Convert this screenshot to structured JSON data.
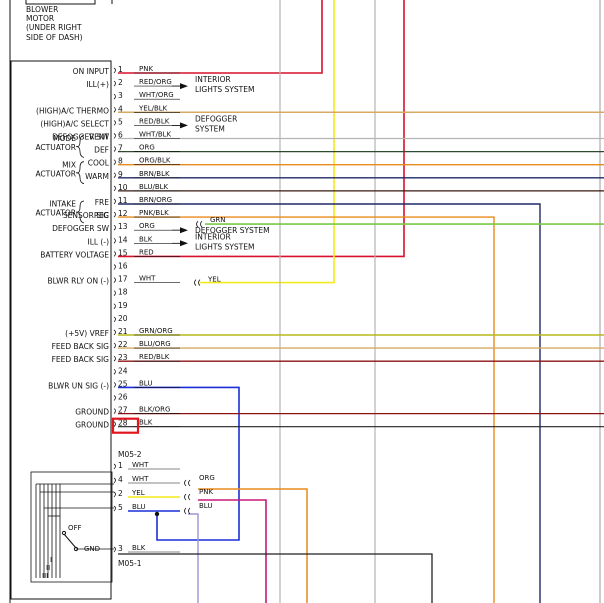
{
  "blower_motor": [
    "BLOWER",
    "MOTOR",
    "(UNDER RIGHT",
    "SIDE OF DASH)"
  ],
  "left_labels": [
    {
      "text": "ON INPUT",
      "pin": 1
    },
    {
      "text": "ILL(+)",
      "pin": 2
    },
    {
      "text": "(HIGH)A/C THERMO",
      "pin": 4
    },
    {
      "text": "(HIGH)A/C SELECT",
      "pin": 5
    },
    {
      "text": "DEFOGGER SW",
      "pin": 6
    },
    {
      "text": "SENSOR SIG",
      "pin": 12
    },
    {
      "text": "DEFOGGER SW",
      "pin": 13
    },
    {
      "text": "ILL (-)",
      "pin": 14
    },
    {
      "text": "BATTERY VOLTAGE",
      "pin": 15
    },
    {
      "text": "BLWR RLY ON (-)",
      "pin": 17
    },
    {
      "text": "(+5V) VREF",
      "pin": 21
    },
    {
      "text": "FEED BACK SIG",
      "pin": 22
    },
    {
      "text": "FEED BACK SIG",
      "pin": 23
    },
    {
      "text": "BLWR UN SIG (-)",
      "pin": 25
    },
    {
      "text": "GROUND",
      "pin": 27
    },
    {
      "text": "GROUND",
      "pin": 28
    }
  ],
  "groups": [
    {
      "line1": "MODE",
      "line2": "ACTUATOR",
      "items": [
        {
          "text": "VENT",
          "pin": 6
        },
        {
          "text": "DEF",
          "pin": 7
        }
      ]
    },
    {
      "line1": "MIX",
      "line2": "ACTUATOR",
      "items": [
        {
          "text": "COOL",
          "pin": 8
        },
        {
          "text": "WARM",
          "pin": 9
        }
      ]
    },
    {
      "line1": "INTAKE",
      "line2": "ACTUATOR",
      "items": [
        {
          "text": "FRE",
          "pin": 11
        },
        {
          "text": "REC",
          "pin": 12
        }
      ]
    }
  ],
  "pins": [
    {
      "n": "1",
      "color": "PNK"
    },
    {
      "n": "2",
      "color": "RED/ORG"
    },
    {
      "n": "3",
      "color": "WHT/ORG"
    },
    {
      "n": "4",
      "color": "YEL/BLK"
    },
    {
      "n": "5",
      "color": "RED/BLK"
    },
    {
      "n": "6",
      "color": "WHT/BLK"
    },
    {
      "n": "7",
      "color": "ORG"
    },
    {
      "n": "8",
      "color": "ORG/BLK"
    },
    {
      "n": "9",
      "color": "BRN/BLK"
    },
    {
      "n": "10",
      "color": "BLU/BLK"
    },
    {
      "n": "11",
      "color": "BRN/ORG"
    },
    {
      "n": "12",
      "color": "PNK/BLK"
    },
    {
      "n": "13",
      "color": "ORG"
    },
    {
      "n": "14",
      "color": "BLK"
    },
    {
      "n": "15",
      "color": "RED"
    },
    {
      "n": "16",
      "color": ""
    },
    {
      "n": "17",
      "color": "WHT"
    },
    {
      "n": "18",
      "color": ""
    },
    {
      "n": "19",
      "color": ""
    },
    {
      "n": "20",
      "color": ""
    },
    {
      "n": "21",
      "color": "GRN/ORG"
    },
    {
      "n": "22",
      "color": "BLU/ORG"
    },
    {
      "n": "23",
      "color": "RED/BLK"
    },
    {
      "n": "24",
      "color": ""
    },
    {
      "n": "25",
      "color": "BLU"
    },
    {
      "n": "26",
      "color": ""
    },
    {
      "n": "27",
      "color": "BLK/ORG"
    },
    {
      "n": "28",
      "color": "BLK"
    }
  ],
  "arrows": [
    {
      "pin": 2,
      "lines": [
        "INTERIOR",
        "LIGHTS SYSTEM"
      ]
    },
    {
      "pin": 5,
      "lines": [
        "DEFOGGER",
        "SYSTEM"
      ]
    },
    {
      "pin": 13,
      "lines": [
        "DEFOGGER SYSTEM"
      ]
    },
    {
      "pin": 14,
      "lines": [
        "INTERIOR",
        "LIGHTS SYSTEM"
      ]
    }
  ],
  "splice_labels": [
    {
      "pin": 12,
      "text": "GRN"
    },
    {
      "pin": 17,
      "text": "YEL"
    }
  ],
  "connector_m05_2": "M05-2",
  "connector_m05_1": "M05-1",
  "bottom_pins": [
    {
      "n": "1",
      "color": "WHT",
      "splice": ""
    },
    {
      "n": "4",
      "color": "WHT",
      "splice": "ORG"
    },
    {
      "n": "2",
      "color": "YEL",
      "splice": "PNK"
    },
    {
      "n": "5",
      "color": "BLU",
      "splice": "BLU"
    },
    {
      "n": "3",
      "color": "BLK",
      "splice": ""
    }
  ],
  "switch_labels": [
    "OFF",
    "GND",
    "I",
    "II",
    "III"
  ],
  "wire_colors": {
    "red": "#d8102c",
    "yellow": "#f2ea1c",
    "gray": "#b5b5b5",
    "orange": "#e98a1c",
    "tan": "#d6aa63",
    "darkgreen": "#2f4a2f",
    "navy": "#1f2a66",
    "green": "#7ac943",
    "olive": "#b5b81c",
    "darkred": "#8c1212",
    "brown": "#3a1a12",
    "blue": "#1a2fd8",
    "magenta": "#c8187a",
    "lavender": "#9c95d6",
    "black": "#222222",
    "highlight": "#e0161c"
  }
}
